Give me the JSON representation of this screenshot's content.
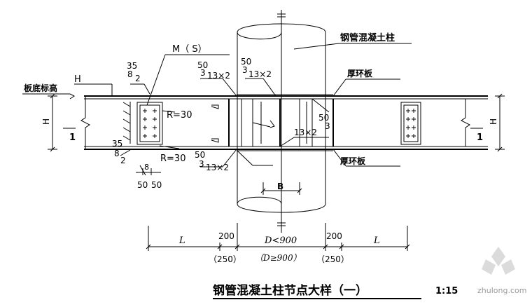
{
  "drawing": {
    "title": "钢管混凝土柱节点大样（一）",
    "scale": "1:15",
    "watermark": "zhulong.com",
    "labels": {
      "column": "钢管混凝土柱",
      "ring_top": "厚环板",
      "ring_bottom": "厚环板",
      "slab_level": "板底标高",
      "beam_h": "H",
      "M_S": "M（    S）",
      "R30_a": "R=30",
      "R30_b": "R=30",
      "B": "B",
      "H_left": "H",
      "H_right": "H",
      "one_left": "1",
      "one_right": "1"
    },
    "welds": {
      "w35_top": "35",
      "w8_2_top": "8",
      "w2_top": "2",
      "w35_bot": "35",
      "w8_bot": "8",
      "w2_bot": "2",
      "w8_small": "8",
      "w50_a": "50",
      "w50_b": "50",
      "w50_top1": "50",
      "w3_top1": "3",
      "w13x2_top1": "13×2",
      "w50_top2": "50",
      "w3_top2": "3",
      "w13x2_top2": "13×2",
      "w50_bot1": "50",
      "w3_bot1": "3",
      "w13x2_bot1": "13×2",
      "w50_right": "50",
      "w3_right": "3",
      "w13x2_mid": "13×2"
    },
    "dimensions": {
      "L_left": "L",
      "d200_left": "200",
      "d250_left": "（250）",
      "D_lt": "D<900",
      "D_ge": "（D≥900）",
      "d200_right": "200",
      "d250_right": "（250）",
      "L_right": "L"
    }
  }
}
